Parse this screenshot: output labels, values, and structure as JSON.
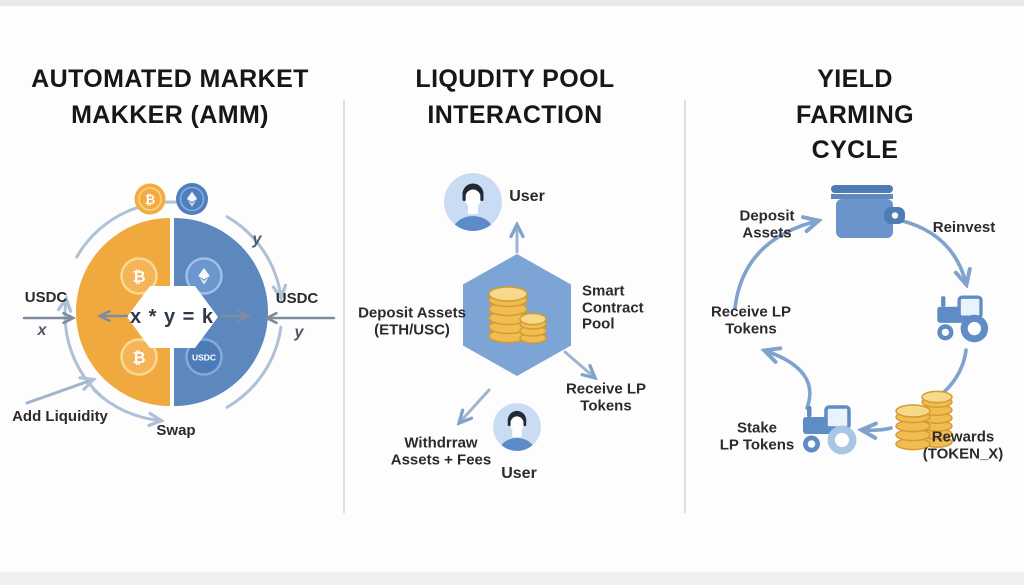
{
  "panel_amm": {
    "title": "AUTOMATED MARKET\nMAKKER (AMM)",
    "formula": "x * y = k",
    "usdc_left": "USDC",
    "x_left": "x",
    "usdc_right": "USDC",
    "y_right": "y",
    "y_top": "y",
    "add_liquidity": "Add Liquidity",
    "swap": "Swap",
    "btc_symbol": "₿",
    "usdc_coin": "USDC"
  },
  "panel_pool": {
    "title": "LIQUDITY POOL\nINTERACTION",
    "user_top": "User",
    "user_bottom": "User",
    "deposit": "Deposit Assets\n(ETH/USC)",
    "pool": "Smart\nContract\nPool",
    "receive": "Receive LP\nTokens",
    "withdraw": "Withdrraw\nAssets + Fees"
  },
  "panel_yield": {
    "title": "YIELD FARMING\nCYCLE",
    "deposit": "Deposit\nAssets",
    "reinvest": "Reinvest",
    "receive": "Receive LP\nTokens",
    "stake": "Stake\nLP Tokens",
    "rewards": "Rewards\n(TOKEN_X)"
  },
  "colors": {
    "orange": "#F0A93E",
    "blue": "#5C88BE",
    "pool_blue": "#7CA4D4",
    "arrow_light_blue": "#AEC1D6",
    "arrow_mid_blue": "#7FA3CC",
    "arrow_gray": "#7E8C9C",
    "coin_gold": "#EFBD52",
    "avatar_bg": "#C9DCF3",
    "icon_blue": "#5F8CC4",
    "usdc_badge_blue": "#4B7CB7",
    "text_dark": "#171717"
  }
}
